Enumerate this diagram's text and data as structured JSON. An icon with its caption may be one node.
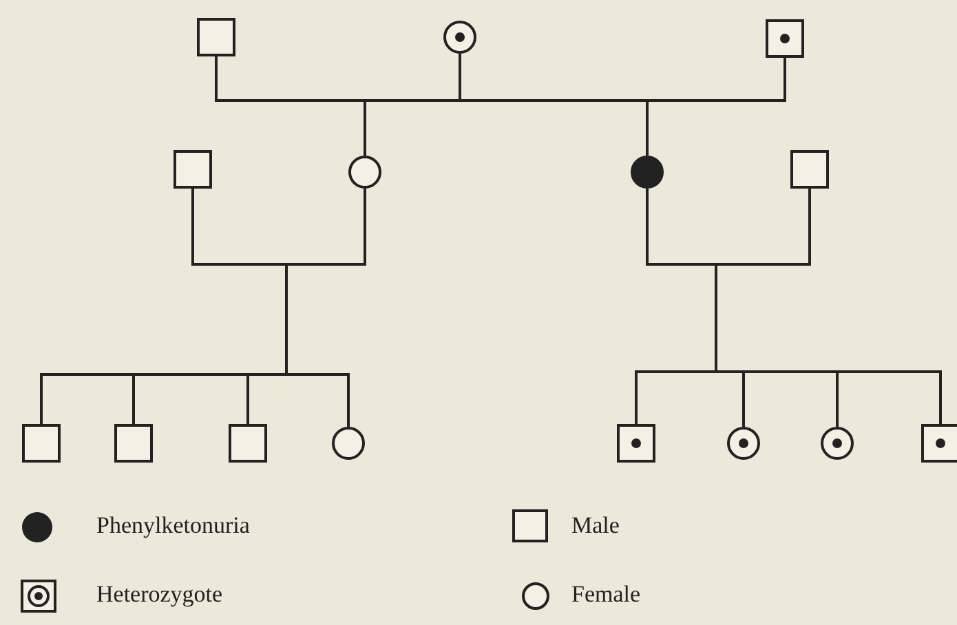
{
  "diagram": {
    "nodes": [
      {
        "text": [],
        "shape": "box"
      },
      {
        "text": [],
        "shape": "dotted-circle"
      },
      {
        "text": [],
        "shape": "dotted-box"
      },
      {
        "text": [],
        "shape": "box"
      },
      {
        "text": [],
        "shape": "circle"
      },
      {
        "text": [],
        "shape": "disc"
      },
      {
        "text": [],
        "shape": "box"
      },
      {
        "text": [],
        "shape": "box"
      },
      {
        "text": [],
        "shape": "box"
      },
      {
        "text": [],
        "shape": "box"
      },
      {
        "text": [],
        "shape": "circle"
      },
      {
        "text": [],
        "shape": "dotted-box"
      },
      {
        "text": [],
        "shape": "dotted-circle"
      },
      {
        "text": [],
        "shape": "dotted-circle"
      },
      {
        "text": [],
        "shape": "dotted-box"
      }
    ],
    "edges": [
      {
        "from": 0,
        "to": 4,
        "arrow": "none"
      },
      {
        "from": 1,
        "to": 4,
        "arrow": "none"
      },
      {
        "from": 1,
        "to": 5,
        "arrow": "none"
      },
      {
        "from": 2,
        "to": 5,
        "arrow": "none"
      },
      {
        "from": 3,
        "to": 7,
        "arrow": "none"
      },
      {
        "from": 3,
        "to": 8,
        "arrow": "none"
      },
      {
        "from": 3,
        "to": 9,
        "arrow": "none"
      },
      {
        "from": 3,
        "to": 10,
        "arrow": "none"
      },
      {
        "from": 4,
        "to": 7,
        "arrow": "none"
      },
      {
        "from": 4,
        "to": 8,
        "arrow": "none"
      },
      {
        "from": 4,
        "to": 9,
        "arrow": "none"
      },
      {
        "from": 4,
        "to": 10,
        "arrow": "none"
      },
      {
        "from": 5,
        "to": 11,
        "arrow": "none"
      },
      {
        "from": 5,
        "to": 12,
        "arrow": "none"
      },
      {
        "from": 5,
        "to": 13,
        "arrow": "none"
      },
      {
        "from": 5,
        "to": 14,
        "arrow": "none"
      },
      {
        "from": 6,
        "to": 11,
        "arrow": "none"
      },
      {
        "from": 6,
        "to": 12,
        "arrow": "none"
      },
      {
        "from": 6,
        "to": 13,
        "arrow": "none"
      },
      {
        "from": 6,
        "to": 14,
        "arrow": "none"
      }
    ],
    "legend": [
      {
        "text": "Phenylketonuria"
      },
      {
        "text": "Male"
      },
      {
        "text": "Heterozygote"
      },
      {
        "text": "Female"
      }
    ]
  }
}
